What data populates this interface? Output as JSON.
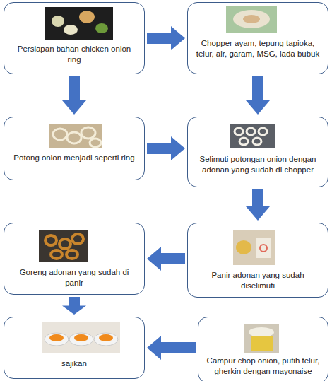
{
  "diagram": {
    "nodes": [
      {
        "text": [
          "Persiapan bahan chicken onion ring"
        ]
      },
      {
        "text": [
          "Chopper ayam, tepung tapioka, telur, air, garam, MSG, lada bubuk"
        ]
      },
      {
        "text": [
          "Potong onion menjadi seperti ring"
        ]
      },
      {
        "text": [
          "Selimuti potongan onion dengan adonan yang sudah di chopper"
        ]
      },
      {
        "text": [
          "Panir adonan yang sudah diselimuti"
        ]
      },
      {
        "text": [
          "Goreng adonan yang sudah di panir"
        ]
      },
      {
        "text": [
          "sajikan"
        ]
      },
      {
        "text": [
          "Campur chop onion, putih telur, gherkin dengan mayonaise"
        ]
      }
    ],
    "edges": [
      {
        "from": 0,
        "to": 1,
        "arrow": "to"
      },
      {
        "from": 0,
        "to": 2,
        "arrow": "to"
      },
      {
        "from": 1,
        "to": 3,
        "arrow": "to"
      },
      {
        "from": 2,
        "to": 3,
        "arrow": "to"
      },
      {
        "from": 3,
        "to": 4,
        "arrow": "to"
      },
      {
        "from": 4,
        "to": 5,
        "arrow": "to"
      },
      {
        "from": 5,
        "to": 6,
        "arrow": "to"
      },
      {
        "from": 7,
        "to": 6,
        "arrow": "to"
      }
    ]
  }
}
